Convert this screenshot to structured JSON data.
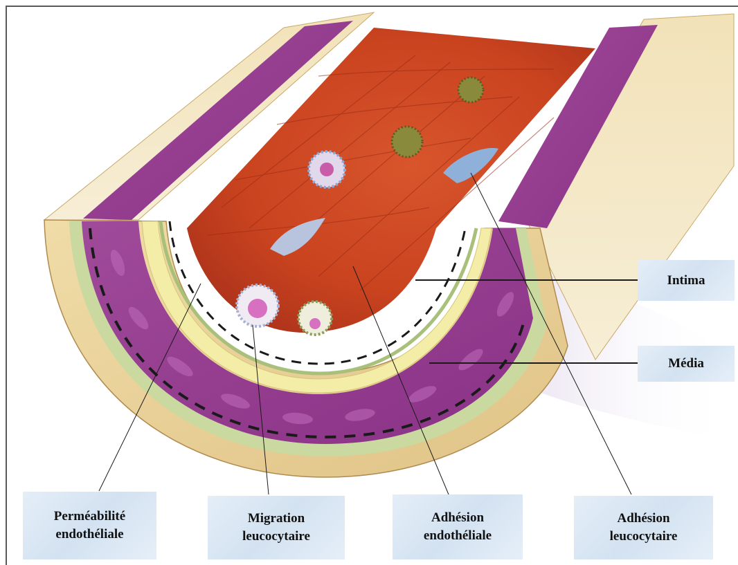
{
  "labels": {
    "intima": "Intima",
    "media": "Média",
    "permeabilite": [
      "Perméabilité",
      "endothéliale"
    ],
    "migration": [
      "Migration",
      "leucocytaire"
    ],
    "adhesion_endo": [
      "Adhésion",
      "endothéliale"
    ],
    "adhesion_leuco": [
      "Adhésion",
      "leucocytaire"
    ]
  },
  "colors": {
    "media_purple": "#9c3f95",
    "lumen_red": "#cf4a26",
    "adventitia_tan": "#e9cf95",
    "elastic_green": "#c7d79e",
    "label_bg": "#d6e4f2"
  }
}
